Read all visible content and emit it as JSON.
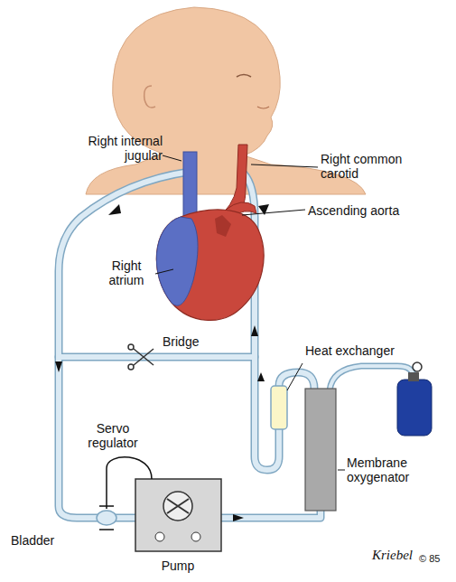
{
  "diagram": {
    "labels": [
      "Right internal jugular",
      "Right common carotid",
      "Ascending aorta",
      "Right atrium",
      "Bridge",
      "Heat exchanger",
      "Servo regulator",
      "Membrane oxygenator",
      "Bladder",
      "Pump",
      "Kriebel",
      "© 85"
    ]
  }
}
